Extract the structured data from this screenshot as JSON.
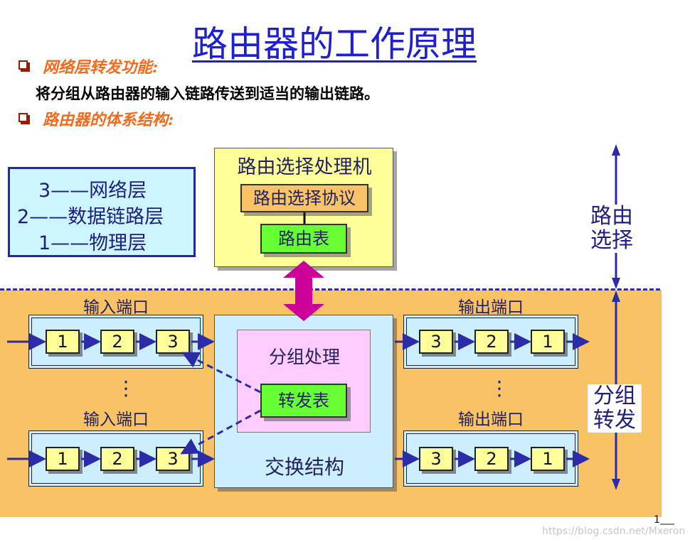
{
  "title": "路由器的工作原理",
  "section1": {
    "heading": "网络层转发功能:",
    "text": "将分组从路由器的输入链路传送到适当的输出链路。"
  },
  "section2": {
    "heading": "路由器的体系结构:"
  },
  "legend": {
    "line3": "3——网络层",
    "line2": "2——数据链路层",
    "line1": "1——物理层"
  },
  "routing_processor": {
    "title": "路由选择处理机",
    "protocol": "路由选择协议",
    "table": "路由表"
  },
  "switch_fabric": {
    "packet_processing": "分组处理",
    "forwarding_table": "转发表",
    "label": "交换结构"
  },
  "input_ports": {
    "label": "输入端口",
    "cells": [
      "1",
      "2",
      "3"
    ],
    "dots": "⋮"
  },
  "output_ports": {
    "label": "输出端口",
    "cells": [
      "3",
      "2",
      "1"
    ],
    "dots": "⋮"
  },
  "side_labels": {
    "routing": "路由\n选择",
    "forwarding": "分组\n转发"
  },
  "footer": {
    "page_mark": "1",
    "watermark": "https://blog.csdn.net/Mxeron"
  },
  "colors": {
    "title": "#1f1fd2",
    "heading": "#f26b1d",
    "band": "#f9c265",
    "legend_bg": "#ccf5ff",
    "processor_bg": "#ffff99",
    "protocol_bg": "#f9c265",
    "table_bg": "#66ff33",
    "switch_bg": "#cceeff",
    "packet_bg": "#ffccff",
    "arrow_magenta": "#cc0099",
    "arrow_blue": "#2c2ca8"
  }
}
